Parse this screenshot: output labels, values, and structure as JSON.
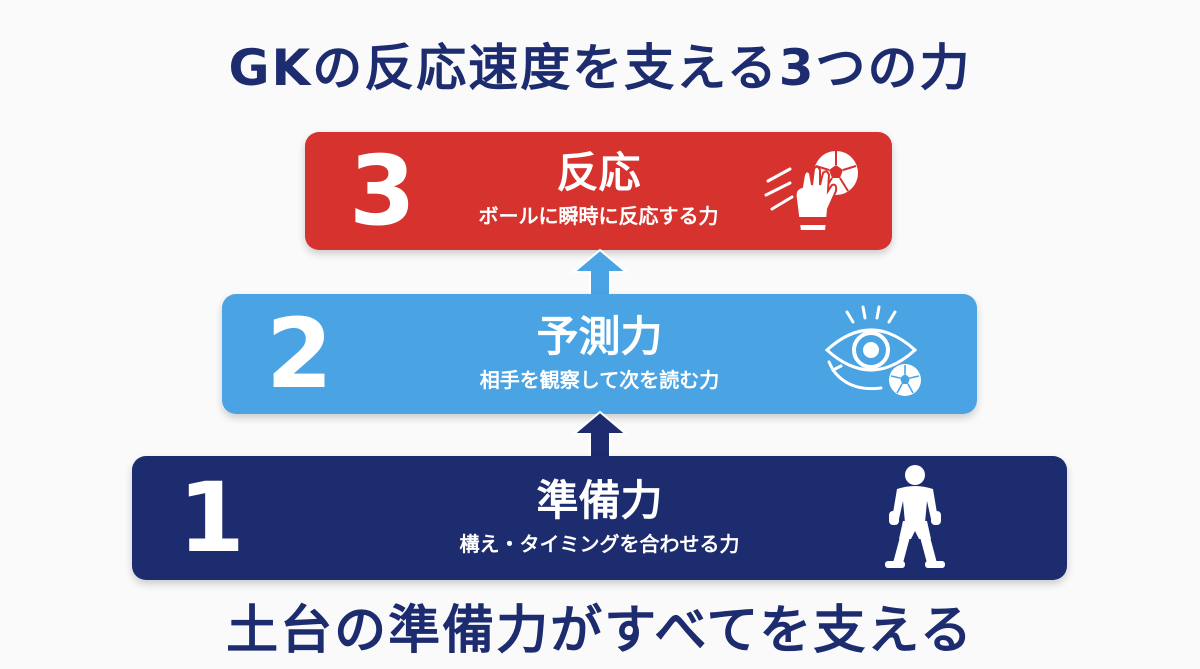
{
  "title": "GKの反応速度を支える3つの力",
  "tiers": [
    {
      "number": "3",
      "name": "反応",
      "description": "ボールに瞬時に反応する力",
      "icon": "goalkeeper-glove-ball-icon",
      "color": "#d6322e"
    },
    {
      "number": "2",
      "name": "予測力",
      "description": "相手を観察して次を読む力",
      "icon": "eye-ball-icon",
      "color": "#4aa3e3"
    },
    {
      "number": "1",
      "name": "準備力",
      "description": "構え・タイミングを合わせる力",
      "icon": "goalkeeper-stance-icon",
      "color": "#1d2b6f"
    }
  ],
  "footer": "土台の準備力がすべてを支える"
}
